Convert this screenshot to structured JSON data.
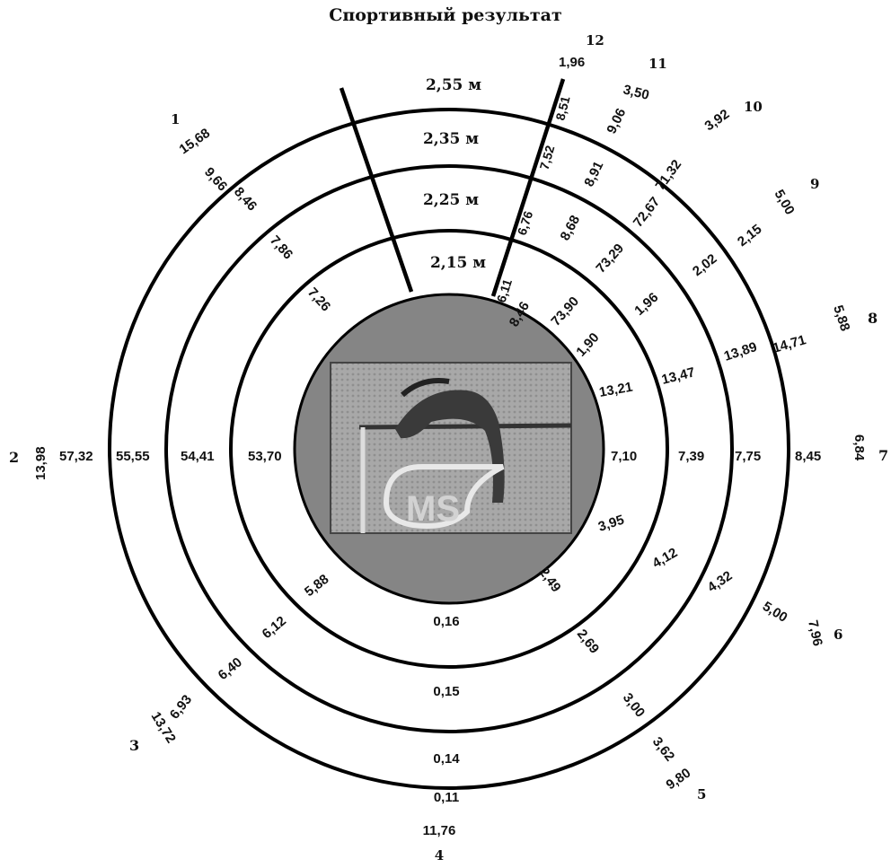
{
  "title": "Спортивный результат",
  "rings": [
    "2,15 м",
    "2,25 м",
    "2,35 м",
    "2,55 м"
  ],
  "rings_bottom": [
    "0,16",
    "0,15",
    "0,14",
    "0,11"
  ],
  "rays": [
    {
      "number": "1",
      "total": "15,68",
      "values": [
        "7,26",
        "7,86",
        "8,46",
        "9,66"
      ]
    },
    {
      "number": "2",
      "total": "13,98",
      "values": [
        "53,70",
        "54,41",
        "55,55",
        "57,32"
      ]
    },
    {
      "number": "3",
      "total": "13,72",
      "values": [
        "5,88",
        "6,12",
        "6,40",
        "6,93"
      ]
    },
    {
      "number": "4",
      "total": "11,76",
      "values": []
    },
    {
      "number": "5",
      "total": "9,80",
      "values": [
        "2,49",
        "2,69",
        "3,00",
        "3,62"
      ]
    },
    {
      "number": "6",
      "total": "7,96",
      "values": [
        "3,95",
        "4,12",
        "4,32",
        "5,00"
      ]
    },
    {
      "number": "7",
      "total": "6,84",
      "values": [
        "7,10",
        "7,39",
        "7,75",
        "8,45"
      ]
    },
    {
      "number": "8",
      "total": "5,88",
      "values": [
        "13,21",
        "13,47",
        "13,89",
        "14,71"
      ]
    },
    {
      "number": "9",
      "total": "5,00",
      "values": [
        "1,90",
        "1,96",
        "2,02",
        "2,15"
      ]
    },
    {
      "number": "10",
      "total": "3,92",
      "values": [
        "73,90",
        "73,29",
        "72,67",
        "71,32"
      ]
    },
    {
      "number": "11",
      "total": "3,50",
      "values": [
        "8,46",
        "8,68",
        "8,91",
        "9,06"
      ]
    },
    {
      "number": "12",
      "total": "1,96",
      "values": [
        "6,11",
        "6,76",
        "7,52",
        "8,51"
      ]
    }
  ],
  "logo_text": "MS",
  "colors": {
    "center_disk": "#858585",
    "photo_bg": "#a9a9a9",
    "line": "#000000"
  }
}
